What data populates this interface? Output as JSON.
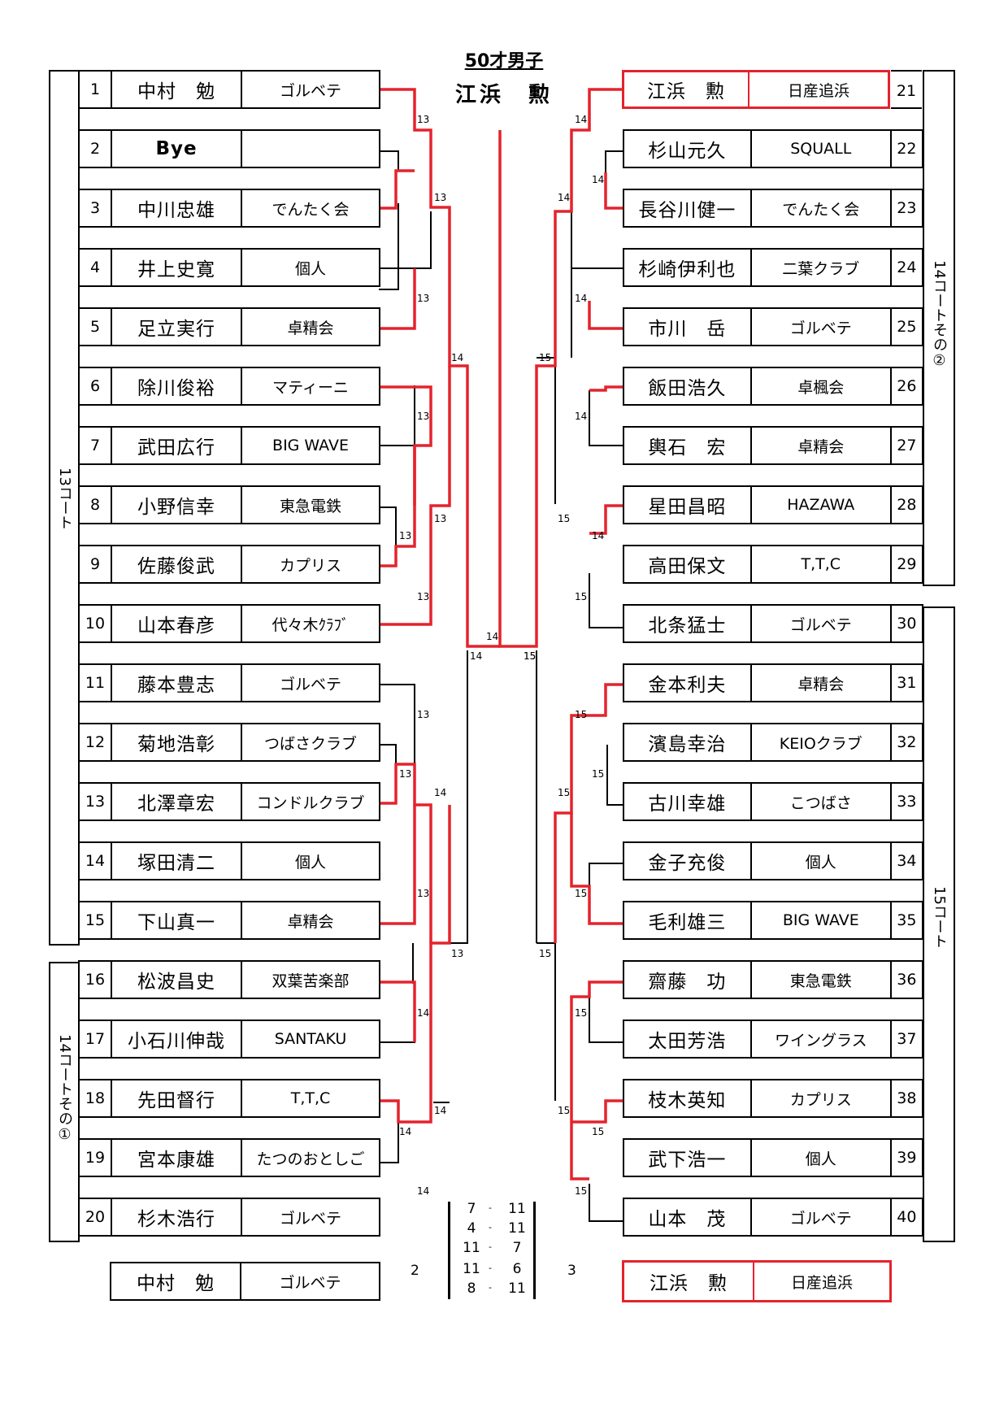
{
  "title": "50才男子",
  "champion": "江浜　勲",
  "courts": {
    "left_top": "13コート",
    "left_bottom": "14コートその①",
    "right_top": "14コートその②",
    "right_bottom": "15コート"
  },
  "left": [
    {
      "no": "1",
      "name": "中村　勉",
      "club": "ゴルベテ"
    },
    {
      "no": "2",
      "name": "Bye",
      "club": ""
    },
    {
      "no": "3",
      "name": "中川忠雄",
      "club": "でんたく会"
    },
    {
      "no": "4",
      "name": "井上史寛",
      "club": "個人"
    },
    {
      "no": "5",
      "name": "足立実行",
      "club": "卓精会"
    },
    {
      "no": "6",
      "name": "除川俊裕",
      "club": "マティーニ"
    },
    {
      "no": "7",
      "name": "武田広行",
      "club": "BIG WAVE"
    },
    {
      "no": "8",
      "name": "小野信幸",
      "club": "東急電鉄"
    },
    {
      "no": "9",
      "name": "佐藤俊武",
      "club": "カプリス"
    },
    {
      "no": "10",
      "name": "山本春彦",
      "club": "代々木ｸﾗﾌﾞ"
    },
    {
      "no": "11",
      "name": "藤本豊志",
      "club": "ゴルベテ"
    },
    {
      "no": "12",
      "name": "菊地浩彰",
      "club": "つばさクラブ"
    },
    {
      "no": "13",
      "name": "北澤章宏",
      "club": "コンドルクラブ"
    },
    {
      "no": "14",
      "name": "塚田清二",
      "club": "個人"
    },
    {
      "no": "15",
      "name": "下山真一",
      "club": "卓精会"
    },
    {
      "no": "16",
      "name": "松波昌史",
      "club": "双葉苦楽部"
    },
    {
      "no": "17",
      "name": "小石川伸哉",
      "club": "SANTAKU"
    },
    {
      "no": "18",
      "name": "先田督行",
      "club": "T,T,C"
    },
    {
      "no": "19",
      "name": "宮本康雄",
      "club": "たつのおとしご"
    },
    {
      "no": "20",
      "name": "杉木浩行",
      "club": "ゴルベテ"
    }
  ],
  "right": [
    {
      "no": "21",
      "name": "江浜　勲",
      "club": "日産追浜"
    },
    {
      "no": "22",
      "name": "杉山元久",
      "club": "SQUALL"
    },
    {
      "no": "23",
      "name": "長谷川健一",
      "club": "でんたく会"
    },
    {
      "no": "24",
      "name": "杉崎伊利也",
      "club": "二葉クラブ"
    },
    {
      "no": "25",
      "name": "市川　岳",
      "club": "ゴルベテ"
    },
    {
      "no": "26",
      "name": "飯田浩久",
      "club": "卓楓会"
    },
    {
      "no": "27",
      "name": "輿石　宏",
      "club": "卓精会"
    },
    {
      "no": "28",
      "name": "星田昌昭",
      "club": "HAZAWA"
    },
    {
      "no": "29",
      "name": "高田保文",
      "club": "T,T,C"
    },
    {
      "no": "30",
      "name": "北条猛士",
      "club": "ゴルベテ"
    },
    {
      "no": "31",
      "name": "金本利夫",
      "club": "卓精会"
    },
    {
      "no": "32",
      "name": "濱島幸治",
      "club": "KEIOクラブ"
    },
    {
      "no": "33",
      "name": "古川幸雄",
      "club": "こつばさ"
    },
    {
      "no": "34",
      "name": "金子充俊",
      "club": "個人"
    },
    {
      "no": "35",
      "name": "毛利雄三",
      "club": "BIG WAVE"
    },
    {
      "no": "36",
      "name": "齋藤　功",
      "club": "東急電鉄"
    },
    {
      "no": "37",
      "name": "太田芳浩",
      "club": "ワイングラス"
    },
    {
      "no": "38",
      "name": "枝木英知",
      "club": "カプリス"
    },
    {
      "no": "39",
      "name": "武下浩一",
      "club": "個人"
    },
    {
      "no": "40",
      "name": "山本　茂",
      "club": "ゴルベテ"
    }
  ],
  "final": {
    "left": {
      "name": "中村　勉",
      "club": "ゴルベテ",
      "games": "2"
    },
    "right": {
      "name": "江浜　勲",
      "club": "日産追浜",
      "games": "3"
    },
    "sets": [
      {
        "l": "7",
        "sep": "-",
        "r": "11"
      },
      {
        "l": "4",
        "sep": "-",
        "r": "11"
      },
      {
        "l": "11",
        "sep": "-",
        "r": "7"
      },
      {
        "l": "11",
        "sep": "-",
        "r": "6"
      },
      {
        "l": "8",
        "sep": "-",
        "r": "11"
      }
    ]
  },
  "slot_numbers": {
    "left": [
      "13",
      "13",
      "13",
      "14",
      "13",
      "13",
      "13",
      "13",
      "14",
      "13",
      "13",
      "13",
      "14",
      "13",
      "14",
      "14",
      "14",
      "14",
      "14"
    ],
    "right": [
      "14",
      "14",
      "14",
      "14",
      "15",
      "14",
      "14",
      "15",
      "15",
      "15",
      "15",
      "15",
      "15",
      "15",
      "15",
      "15",
      "15",
      "15",
      "15",
      "15",
      "14"
    ]
  }
}
